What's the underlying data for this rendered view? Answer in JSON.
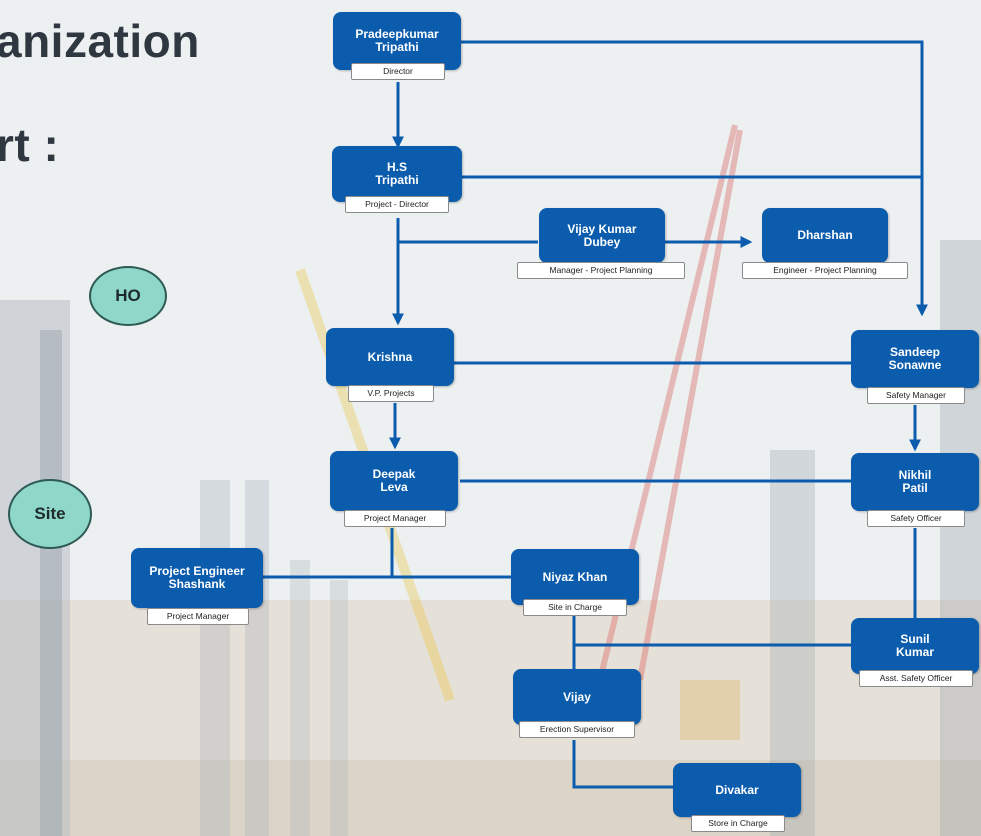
{
  "header": {
    "title_line1": "anization",
    "title_line2": "rt :"
  },
  "legend": {
    "ho": "HO",
    "site": "Site"
  },
  "colors": {
    "node_fill": "#0b5cad",
    "connector": "#0b5cad",
    "oval_fill": "#8fd7c9"
  },
  "nodes": {
    "pradeepkumar": {
      "name": "Pradeepkumar\nTripathi",
      "role": "Director"
    },
    "hs": {
      "name": "H.S\nTripathi",
      "role": "Project - Director"
    },
    "vijay_kumar": {
      "name": "Vijay Kumar\nDubey",
      "role": "Manager - Project Planning"
    },
    "dharshan": {
      "name": "Dharshan",
      "role": "Engineer - Project Planning"
    },
    "krishna": {
      "name": "Krishna",
      "role": "V.P. Projects"
    },
    "sandeep": {
      "name": "Sandeep\nSonawne",
      "role": "Safety Manager"
    },
    "deepak": {
      "name": "Deepak\nLeva",
      "role": "Project Manager"
    },
    "nikhil": {
      "name": "Nikhil\nPatil",
      "role": "Safety Officer"
    },
    "shashank": {
      "name": "Project Engineer\nShashank",
      "role": "Project Manager"
    },
    "niyaz": {
      "name": "Niyaz Khan",
      "role": "Site in Charge"
    },
    "sunil": {
      "name": "Sunil\nKumar",
      "role": "Asst. Safety Officer"
    },
    "vijay": {
      "name": "Vijay",
      "role": "Erection Supervisor"
    },
    "divakar": {
      "name": "Divakar",
      "role": "Store in Charge"
    }
  }
}
